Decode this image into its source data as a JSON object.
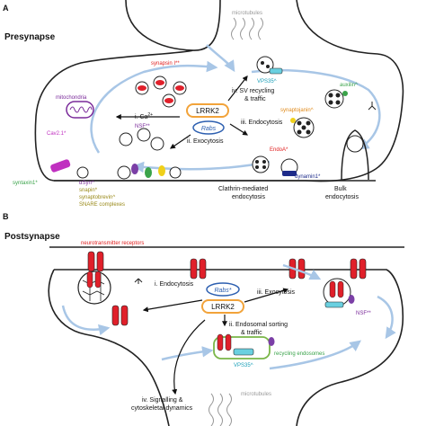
{
  "panel_a": {
    "letter": "A",
    "title": "Presynapse",
    "microtubules": "microtubules",
    "synapsin": "synapsin I",
    "synapsin_mark": "**",
    "vps35": "VPS35",
    "vps35_mark": "^",
    "mitochondria": "mitochondria",
    "step_i": "i. Ca",
    "step_i_sup": "2+",
    "lrrk2": "LRRK2",
    "rabs": "Rabs",
    "step_ii": "ii. Exocytosis",
    "step_iv_1": "iv. SV recycling",
    "step_iv_2": "& traffic",
    "auxilin": "auxilin",
    "auxilin_mark": "^",
    "synaptojanin": "synaptojanin",
    "synaptojanin_mark": "^",
    "step_iii": "iii. Endocytosis",
    "cav": "Cav2.1",
    "cav_mark": "*",
    "nsf": "NSF",
    "nsf_mark": "**",
    "endoa": "EndoA",
    "endoa_mark": "*",
    "dynamin": "dynamin1",
    "dynamin_mark": "*",
    "syntaxin": "syntaxin1",
    "syntaxin_mark": "*",
    "asyn": "αSyn",
    "asyn_mark": "^",
    "snapin": "snapin",
    "snapin_mark": "*",
    "synaptobrevin": "synaptobrevin",
    "synaptobrevin_mark": "^",
    "snare": "SNARE complexes",
    "cme_1": "Clathrin-mediated",
    "cme_2": "endocytosis",
    "bulk_1": "Bulk",
    "bulk_2": "endocytosis"
  },
  "panel_b": {
    "letter": "B",
    "title": "Postsynapse",
    "receptors": "neurotransmitter receptors",
    "step_i": "i. Endocytosis",
    "rabs": "Rabs",
    "rabs_mark": "*",
    "lrrk2": "LRRK2",
    "step_iii": "iii. Exocytosis",
    "step_ii_1": "ii. Endosomal sorting",
    "step_ii_2": "& traffic",
    "nsf": "NSF",
    "nsf_mark": "**",
    "recycling": "recycling endosomes",
    "vps35": "VPS35",
    "vps35_mark": "^",
    "microtubules": "microtubules",
    "step_iv_1": "iv. Signalling &",
    "step_iv_2": "cytoskeletal dynamics"
  },
  "colors": {
    "outline": "#222222",
    "arrow": "#a8c6e6",
    "lrrk2_orange": "#f2a33a",
    "rabs_blue": "#2d5fb0",
    "receptor_red": "#e0202a",
    "label_red": "#e02020",
    "label_cyan": "#1a9fb8",
    "label_green": "#3aa34a",
    "label_purple": "#7a2a9a",
    "label_magenta": "#c030c0",
    "label_olive": "#9a8a1a",
    "label_orange": "#e08a1a",
    "endosome_green": "#7ab648",
    "vesicle_cyan": "#6ad0e0",
    "purple_blob": "#7b3fa6",
    "navy": "#1d2b8a",
    "yellow": "#f0d01a"
  }
}
